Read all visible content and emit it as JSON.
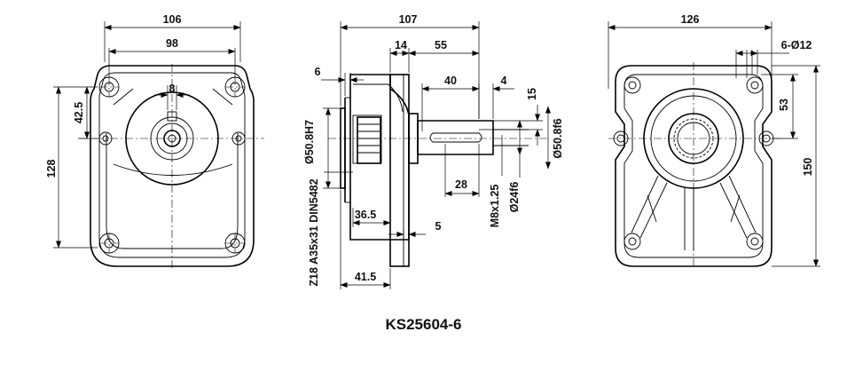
{
  "part_number": "KS25604-6",
  "front_view": {
    "width_overall": "106",
    "width_holes": "98",
    "height_overall": "128",
    "height_offset": "42.5",
    "small_dim": "8"
  },
  "side_view": {
    "length_overall": "107",
    "flange_thickness": "14",
    "shaft_length": "55",
    "thread_length": "40",
    "thread_offset": "4",
    "key_width": "15",
    "key_length": "28",
    "body_depth": "36.5",
    "flange_step": "5",
    "depth_bottom": "41.5",
    "pilot_offset": "6",
    "bore_dia": "Ø50.8H7",
    "spline_spec": "Z18 A35x31 DIN5482",
    "thread_spec": "M8x1.25",
    "shaft_dia": "Ø24f6",
    "pilot_dia": "Ø50.8f6"
  },
  "rear_view": {
    "width_overall": "126",
    "holes": "6-Ø12",
    "offset": "53",
    "height_overall": "150"
  }
}
